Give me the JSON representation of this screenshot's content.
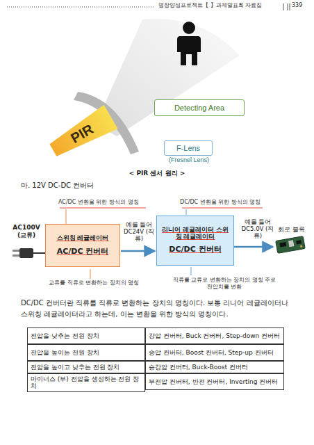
{
  "diagram": {
    "caption": "< PIR 센서 원리 >",
    "nodes": [
      {
        "text": [
          "PIR"
        ]
      },
      {
        "text": [
          "Detecting Area"
        ]
      },
      {
        "text": [
          "F-Lens",
          "(Fresnel Lens)"
        ]
      },
      {
        "text": [
          "스위칭 레귤레이터",
          "AC/DC 컨버터"
        ]
      },
      {
        "text": [
          "리니어 레귤레이터 스위칭 레귤레이터",
          "DC/DC 컨버터"
        ]
      }
    ],
    "edges": [
      {
        "from": 3,
        "to": 4,
        "arrow": "to",
        "label": "예를 들어 DC24V (직류)"
      }
    ],
    "labels": [
      "명장양성프로젝트【 】과제발표회 자료집",
      "339",
      "마. 12V DC-DC 컨버터",
      "AC/DC 변환을 위한 방식의 명칭",
      "DC/DC 변환을 위한 방식의 명칭",
      "AC100V (교류)",
      "예를 들어 DC5.0V (직류)",
      "회로 블록",
      "교류를 직류로 변환하는 장치의 명칭",
      "직류를 교류로 변환하는 장치의 명칭 주로 전압치를 변환",
      "DC/DC 컨버터란 직류를 직류로 변환하는 장치의 명칭이다. 보통 리니어 레귤레이터나 스위칭 레귤레이터라고 하는데, 이는 변환을 위한 방식의 명칭이다.",
      "전압을 낮추는 전원 장치",
      "강압 컨버터, Buck 컨버터, Step-down 컨버터",
      "전압을 높이는 전원 장치",
      "승압 컨버터, Boost 컨버터, Step-up 컨버터",
      "전압을 높이고 낮추는 전원 장치",
      "승강압 컨버터, Buck-Boost 컨버터",
      "마이너스 (부) 전압을 생성하는 전원 장치",
      "부전압 컨버터, 반전 컨버터, Inverting 컨버터"
    ]
  }
}
